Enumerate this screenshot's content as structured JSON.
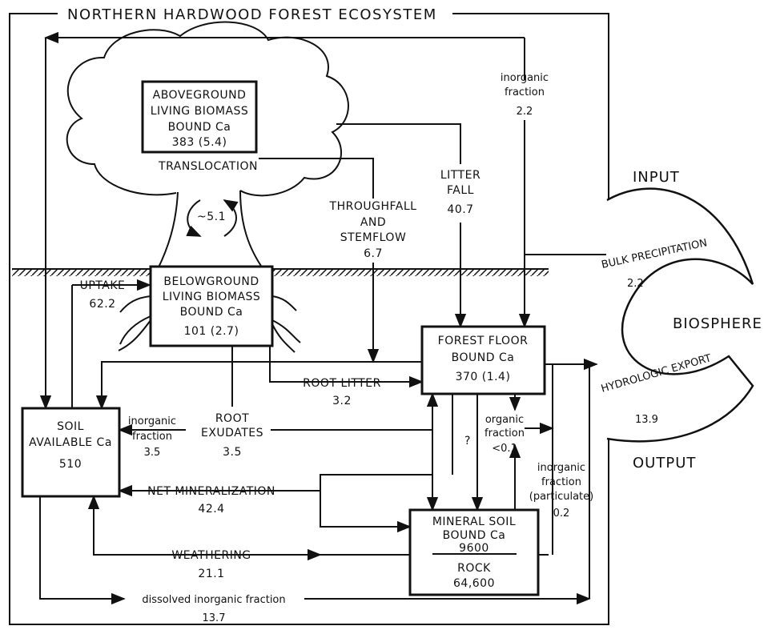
{
  "title": "NORTHERN HARDWOOD FOREST ECOSYSTEM",
  "boxes": {
    "aboveground": {
      "l1": "ABOVEGROUND",
      "l2": "LIVING BIOMASS",
      "l3": "BOUND Ca",
      "l4": "383  (5.4)"
    },
    "belowground": {
      "l1": "BELOWGROUND",
      "l2": "LIVING BIOMASS",
      "l3": "BOUND Ca",
      "l4": "101  (2.7)"
    },
    "forest_floor": {
      "l1": "FOREST FLOOR",
      "l2": "BOUND Ca",
      "l3": "370  (1.4)"
    },
    "soil_available": {
      "l1": "SOIL",
      "l2": "AVAILABLE Ca",
      "l3": "510"
    },
    "mineral_soil": {
      "l1": "MINERAL SOIL",
      "l2": "BOUND Ca",
      "l3": "9600",
      "l4": "ROCK",
      "l5": "64,600"
    }
  },
  "flows": {
    "translocation": {
      "label": "TRANSLOCATION",
      "value": "~5.1"
    },
    "inorganic_fraction_top": {
      "l1": "inorganic",
      "l2": "fraction",
      "value": "2.2"
    },
    "litter_fall": {
      "l1": "LITTER",
      "l2": "FALL",
      "value": "40.7"
    },
    "throughfall": {
      "l1": "THROUGHFALL",
      "l2": "AND",
      "l3": "STEMFLOW",
      "value": "6.7"
    },
    "uptake": {
      "label": "UPTAKE",
      "value": "62.2"
    },
    "root_litter": {
      "label": "ROOT LITTER",
      "value": "3.2"
    },
    "root_exudates": {
      "l1": "ROOT",
      "l2": "EXUDATES",
      "value": "3.5"
    },
    "inorganic_fraction_soil": {
      "l1": "inorganic",
      "l2": "fraction",
      "value": "3.5"
    },
    "net_mineralization": {
      "label": "NET MINERALIZATION",
      "value": "42.4"
    },
    "weathering": {
      "label": "WEATHERING",
      "value": "21.1"
    },
    "dissolved_inorganic": {
      "label": "dissolved inorganic fraction",
      "value": "13.7"
    },
    "organic_fraction": {
      "l1": "organic",
      "l2": "fraction",
      "value": "<0.1"
    },
    "inorganic_particulate": {
      "l1": "inorganic",
      "l2": "fraction",
      "l3": "(particulate)",
      "value": "0.2"
    },
    "question_mark": "?"
  },
  "biosphere": {
    "input": "INPUT",
    "output": "OUTPUT",
    "biosphere": "BIOSPHERE",
    "bulk_precipitation": {
      "label": "BULK PRECIPITATION",
      "value": "2.2"
    },
    "hydrologic_export": {
      "label": "HYDROLOGIC EXPORT",
      "value": "13.9"
    }
  }
}
